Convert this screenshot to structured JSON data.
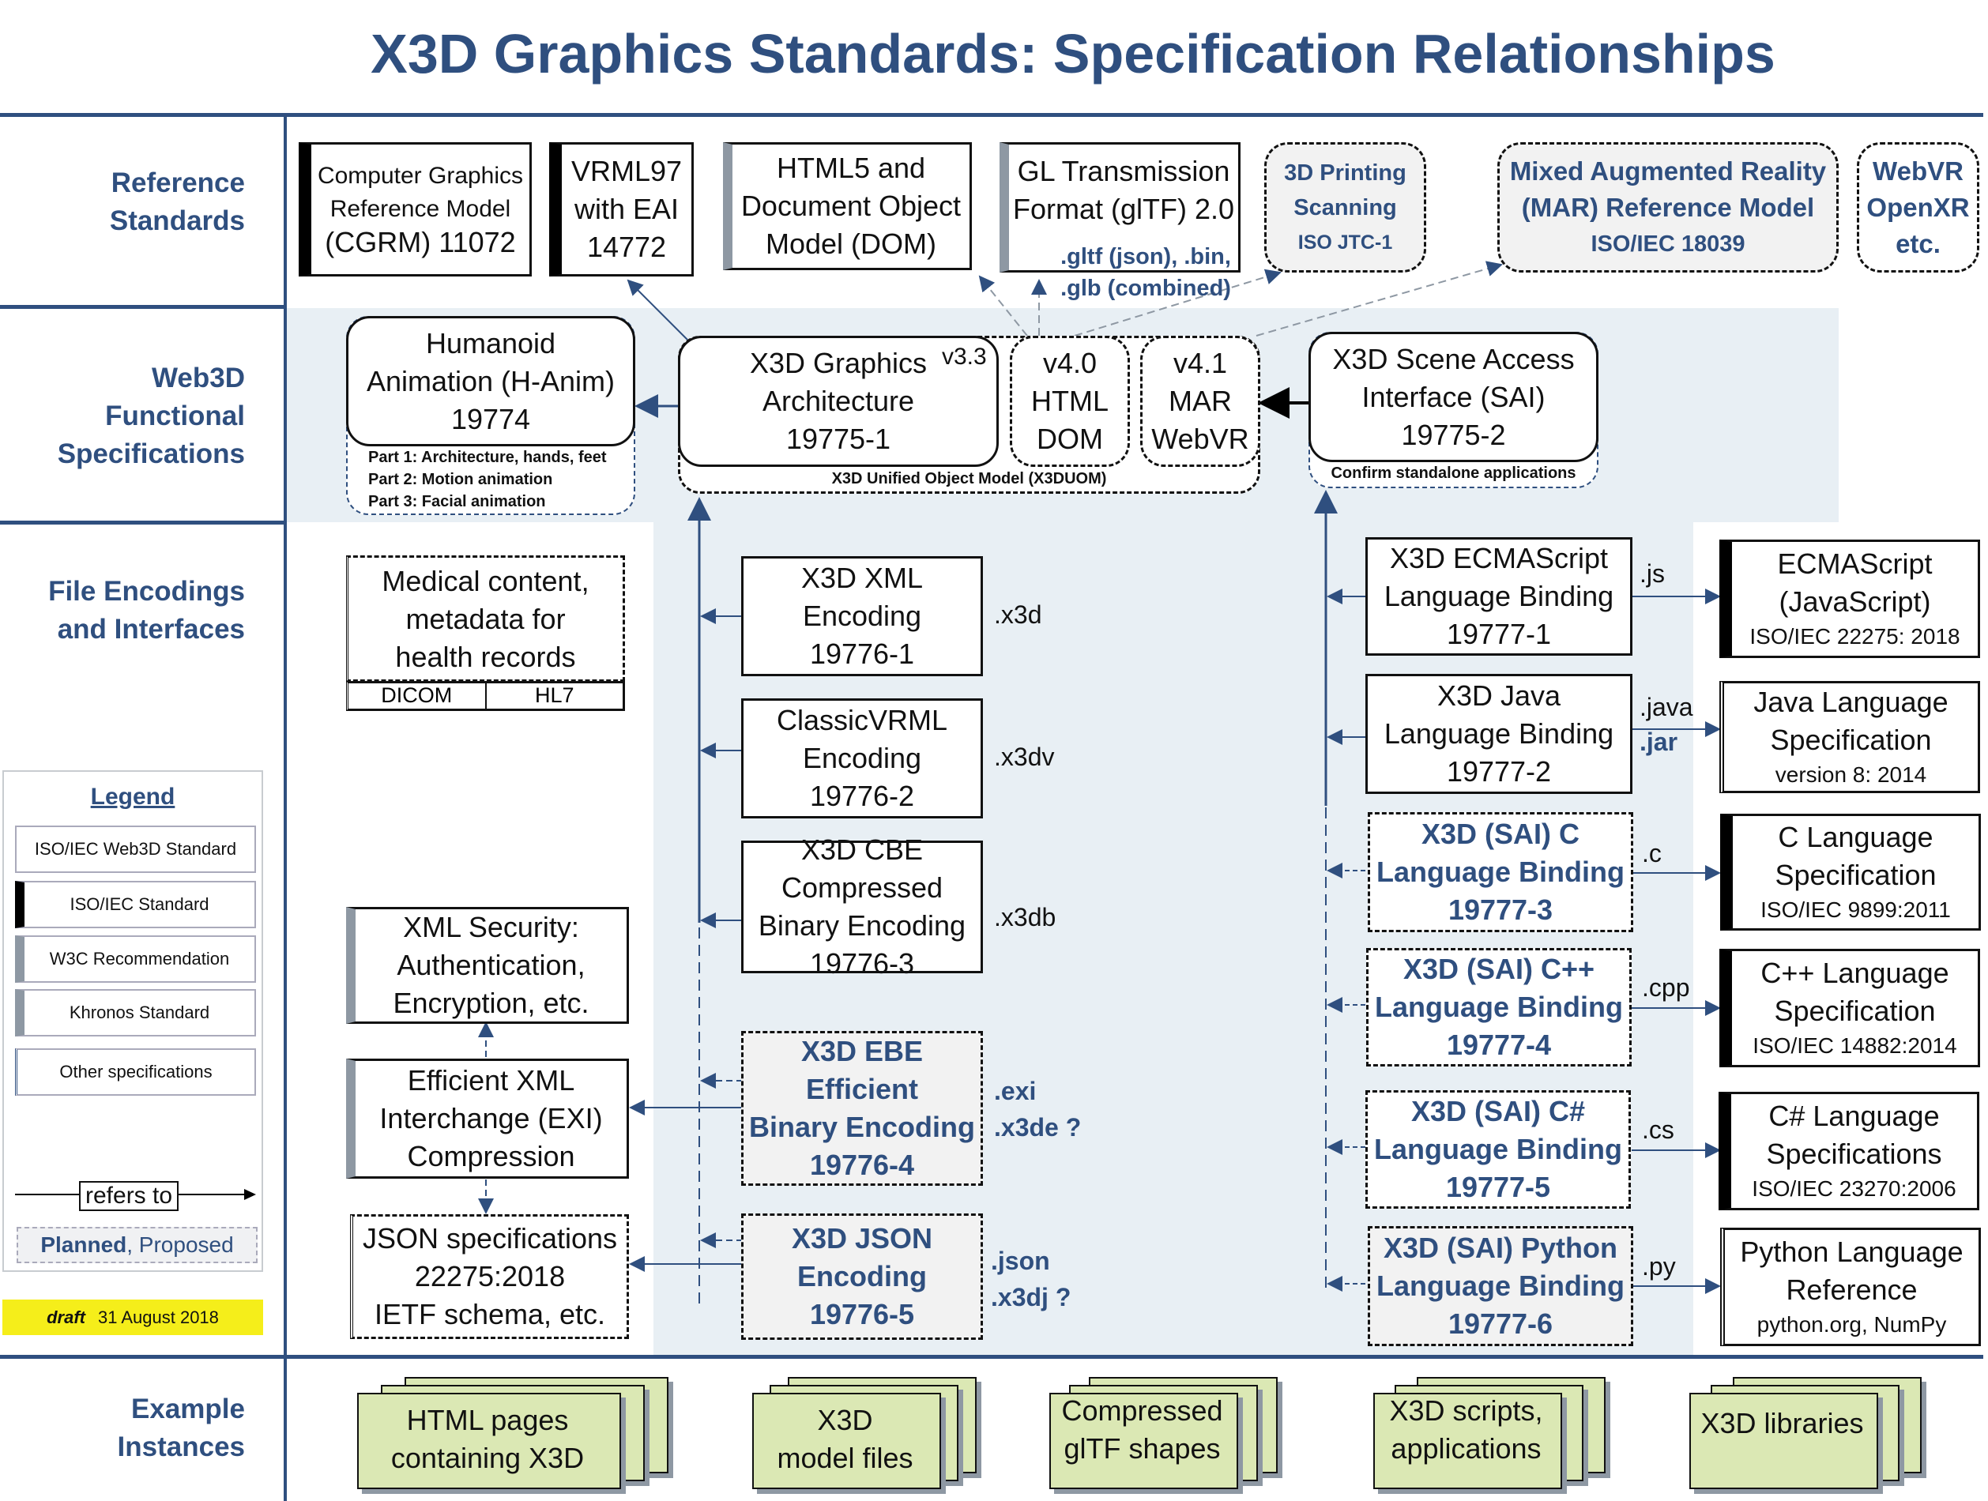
{
  "title": "X3D Graphics Standards:  Specification Relationships",
  "row_labels": {
    "reference": [
      "Reference",
      "Standards"
    ],
    "web3d": [
      "Web3D",
      "Functional",
      "Specifications"
    ],
    "file": [
      "File Encodings",
      "and Interfaces"
    ],
    "examples": [
      "Example",
      "Instances"
    ]
  },
  "reference_standards": [
    {
      "lines": [
        "Computer Graphics",
        "Reference Model",
        "(CGRM) 11072"
      ],
      "type": "ISO/IEC Standard"
    },
    {
      "lines": [
        "VRML97",
        "with EAI",
        "14772"
      ],
      "type": "ISO/IEC Standard"
    },
    {
      "lines": [
        "HTML5 and",
        "Document Object",
        "Model (DOM)"
      ],
      "type": "W3C Recommendation"
    },
    {
      "lines": [
        "GL Transmission",
        "Format (glTF) 2.0"
      ],
      "extensions": [
        ".gltf (json), .bin,",
        ".glb (combined)"
      ],
      "type": "Khronos Standard"
    },
    {
      "lines": [
        "3D Printing",
        "Scanning",
        "ISO JTC-1"
      ],
      "type": "Planned"
    },
    {
      "lines": [
        "Mixed Augmented Reality",
        "(MAR) Reference Model",
        "ISO/IEC 18039"
      ],
      "type": "Planned"
    },
    {
      "lines": [
        "WebVR",
        "OpenXR",
        "etc."
      ],
      "type": "Proposed"
    }
  ],
  "web3d_specs": {
    "hanim": {
      "lines": [
        "Humanoid",
        "Animation (H-Anim)",
        "19774"
      ],
      "parts": [
        "Part 1: Architecture, hands, feet",
        "Part 2: Motion animation",
        "Part 3: Facial animation"
      ]
    },
    "architecture": {
      "lines": [
        "X3D Graphics",
        "Architecture",
        "19775-1"
      ],
      "version": "v3.3"
    },
    "v40": [
      "v4.0",
      "HTML",
      "DOM"
    ],
    "v41": [
      "v4.1",
      "MAR",
      "WebVR"
    ],
    "uom": "X3D Unified Object Model (X3DUOM)",
    "sai": {
      "lines": [
        "X3D Scene Access",
        "Interface (SAI)",
        "19775-2"
      ],
      "note": "Confirm standalone applications"
    }
  },
  "other_specs_left": [
    {
      "lines": [
        "Medical content,",
        "metadata for",
        "health records"
      ],
      "cells": [
        "DICOM",
        "HL7"
      ]
    },
    {
      "lines": [
        "XML Security:",
        "Authentication,",
        "Encryption, etc."
      ]
    },
    {
      "lines": [
        "Efficient XML",
        "Interchange (EXI)",
        "Compression"
      ]
    },
    {
      "lines": [
        "JSON specifications",
        "22275:2018",
        "IETF schema, etc."
      ]
    }
  ],
  "encodings": [
    {
      "lines": [
        "X3D XML",
        "Encoding",
        "19776-1"
      ],
      "ext": [
        ".x3d"
      ],
      "planned": false
    },
    {
      "lines": [
        "ClassicVRML",
        "Encoding",
        "19776-2"
      ],
      "ext": [
        ".x3dv"
      ],
      "planned": false
    },
    {
      "lines": [
        "X3D CBE",
        "Compressed",
        "Binary Encoding",
        "19776-3"
      ],
      "ext": [
        ".x3db"
      ],
      "planned": false
    },
    {
      "lines": [
        "X3D EBE",
        "Efficient",
        "Binary Encoding",
        "19776-4"
      ],
      "ext": [
        ".exi",
        ".x3de ?"
      ],
      "planned": true
    },
    {
      "lines": [
        "X3D JSON",
        "Encoding",
        "19776-5"
      ],
      "ext": [
        ".json",
        ".x3dj ?"
      ],
      "planned": true
    }
  ],
  "bindings": [
    {
      "lines": [
        "X3D ECMAScript",
        "Language Binding",
        "19777-1"
      ],
      "ext": [
        ".js"
      ],
      "planned": false
    },
    {
      "lines": [
        "X3D Java",
        "Language Binding",
        "19777-2"
      ],
      "ext": [
        ".java",
        ".jar"
      ],
      "planned": false
    },
    {
      "lines": [
        "X3D (SAI) C",
        "Language Binding",
        "19777-3"
      ],
      "ext": [
        ".c"
      ],
      "planned": true
    },
    {
      "lines": [
        "X3D (SAI) C++",
        "Language Binding",
        "19777-4"
      ],
      "ext": [
        ".cpp"
      ],
      "planned": true
    },
    {
      "lines": [
        "X3D (SAI) C#",
        "Language Binding",
        "19777-5"
      ],
      "ext": [
        ".cs"
      ],
      "planned": true
    },
    {
      "lines": [
        "X3D (SAI) Python",
        "Language Binding",
        "19777-6"
      ],
      "ext": [
        ".py"
      ],
      "planned": true
    }
  ],
  "language_specs": [
    {
      "lines": [
        "ECMAScript",
        "(JavaScript)"
      ],
      "sub": "ISO/IEC 22275: 2018",
      "type": "iso"
    },
    {
      "lines": [
        "Java Language",
        "Specification"
      ],
      "sub": "version 8: 2014",
      "type": "other"
    },
    {
      "lines": [
        "C Language",
        "Specification"
      ],
      "sub": "ISO/IEC 9899:2011",
      "type": "iso"
    },
    {
      "lines": [
        "C++ Language",
        "Specification"
      ],
      "sub": "ISO/IEC 14882:2014",
      "type": "iso"
    },
    {
      "lines": [
        "C# Language",
        "Specifications"
      ],
      "sub": "ISO/IEC 23270:2006",
      "type": "iso"
    },
    {
      "lines": [
        "Python Language",
        "Reference"
      ],
      "sub": "python.org, NumPy",
      "type": "other"
    }
  ],
  "legend": {
    "title": "Legend",
    "items": [
      "ISO/IEC Web3D Standard",
      "ISO/IEC Standard",
      "W3C Recommendation",
      "Khronos Standard",
      "Other specifications"
    ],
    "arrow_label": "refers to",
    "planned_bold": "Planned",
    "planned_rest": ", Proposed"
  },
  "draft": {
    "label": "draft",
    "date": "31 August 2018"
  },
  "examples": [
    [
      "HTML pages",
      "containing X3D"
    ],
    [
      "X3D",
      "model files"
    ],
    [
      "Compressed",
      "glTF shapes"
    ],
    [
      "X3D scripts,",
      "applications"
    ],
    [
      "X3D libraries"
    ]
  ],
  "colors": {
    "accent": "#2f4f7f",
    "band": "#e8eff4",
    "planned_fill": "#f2f2f2",
    "example_fill": "#dbe8b4",
    "draft_yellow": "#f5ee1a",
    "w3c_bar": "#8e98a3"
  }
}
